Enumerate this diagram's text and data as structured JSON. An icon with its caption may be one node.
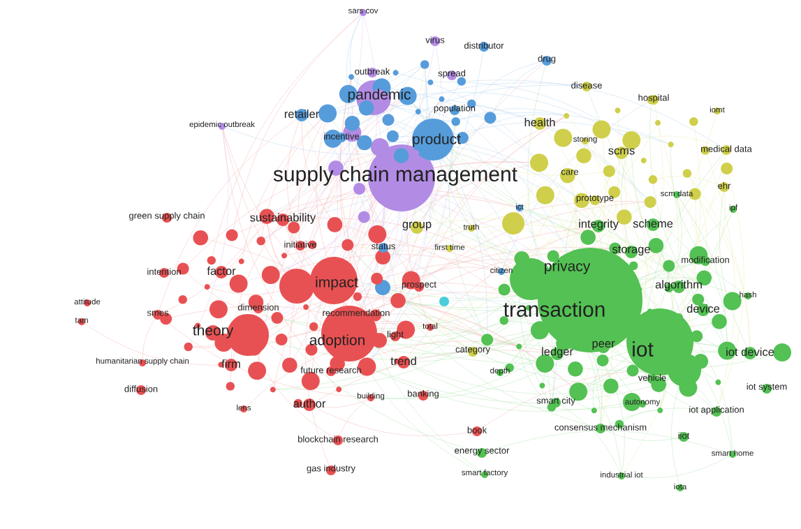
{
  "diagram": {
    "labels": [
      "sars cov",
      "virus",
      "distributor",
      "drug",
      "outbreak",
      "spread",
      "disease",
      "pandemic",
      "hospital",
      "retailer",
      "population",
      "iomt",
      "epidemic outbreak",
      "health",
      "incentive",
      "product",
      "storing",
      "scms",
      "medical data",
      "supply chain management",
      "care",
      "ehr",
      "scm data",
      "prototype",
      "ict",
      "ipf",
      "green supply chain",
      "sustainability",
      "group",
      "truth",
      "integrity",
      "scheme",
      "initiative",
      "status",
      "first time",
      "storage",
      "modification",
      "intention",
      "factor",
      "privacy",
      "impact",
      "prospect",
      "citizen",
      "algorithm",
      "attitude",
      "dimension",
      "transaction",
      "hash",
      "smes",
      "recommendation",
      "device",
      "tam",
      "total",
      "theory",
      "light",
      "adoption",
      "category",
      "ledger",
      "peer",
      "iot",
      "iot device",
      "humanitarian supply chain",
      "firm",
      "trend",
      "future research",
      "depth",
      "vehicle",
      "diffusion",
      "iot system",
      "building",
      "banking",
      "lens",
      "author",
      "smart city",
      "autonomy",
      "iot application",
      "blockchain research",
      "book",
      "consensus mechanism",
      "iiot",
      "energy sector",
      "smart home",
      "gas industry",
      "smart factory",
      "industrial iot",
      "iota"
    ]
  }
}
